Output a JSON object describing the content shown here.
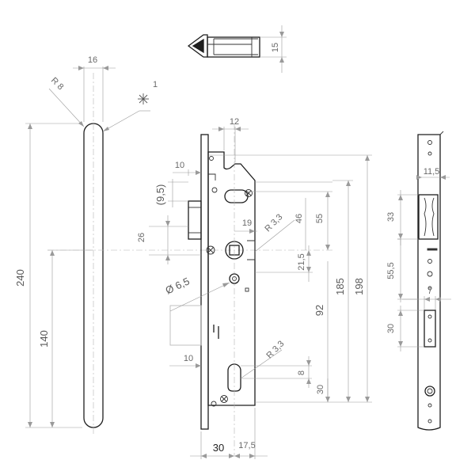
{
  "labels": {
    "top_15": "15",
    "faceplate_width_16": "16",
    "radius_8": "R 8",
    "marker_1": "1",
    "faceplate_length_240": "240",
    "faceplate_140": "140",
    "w_12": "12",
    "w_10_top": "10",
    "h_9_5": "(9,5)",
    "h_26": "26",
    "w_19": "19",
    "radius_3_3_top": "R 3,3",
    "d_46": "46",
    "h_55": "55",
    "h_21_5": "21,5",
    "diameter_6_5": "Ø 6,5",
    "h_92": "92",
    "h_185": "185",
    "h_198": "198",
    "radius_3_3_bottom": "R 3,3",
    "w_10_bottom": "10",
    "h_8": "8",
    "h_30_cyl": "30",
    "backset_30": "30",
    "w_17_5": "17,5",
    "strike_11_5": "11,5",
    "strike_33": "33",
    "strike_55_5": "55,5",
    "strike_7": "7",
    "strike_30": "30"
  }
}
